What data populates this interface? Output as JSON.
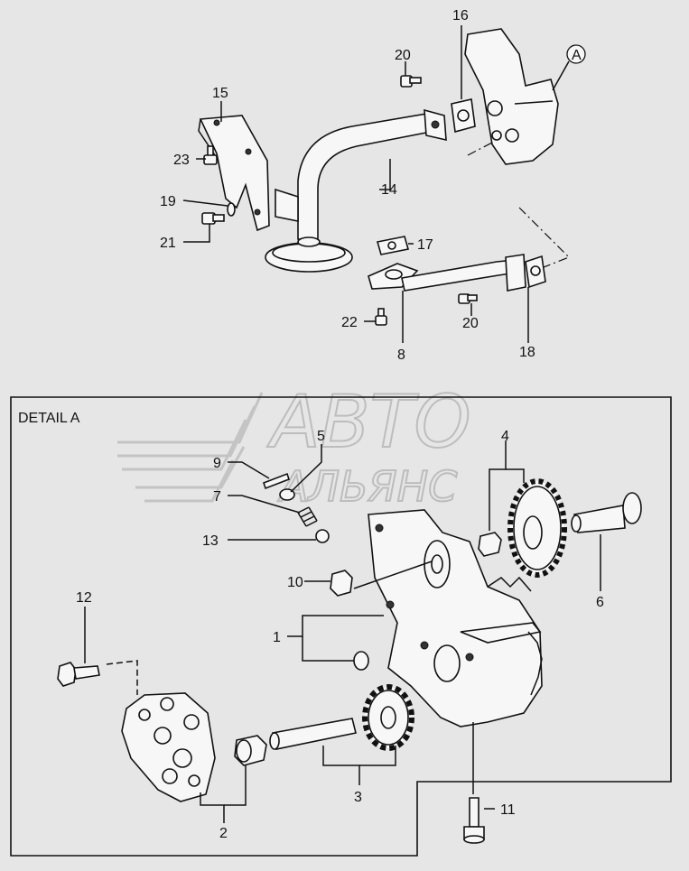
{
  "detail": {
    "title": "DETAIL A",
    "callout": "A"
  },
  "watermark": {
    "line1": "АВТО",
    "line2": "АЛЬЯНС"
  },
  "labels": {
    "p1": "1",
    "p2": "2",
    "p3": "3",
    "p4": "4",
    "p5": "5",
    "p6": "6",
    "p7": "7",
    "p8": "8",
    "p9": "9",
    "p10": "10",
    "p11": "11",
    "p12": "12",
    "p13": "13",
    "p14": "14",
    "p15": "15",
    "p16": "16",
    "p17": "17",
    "p18": "18",
    "p19": "19",
    "p20a": "20",
    "p20b": "20",
    "p21": "21",
    "p22": "22",
    "p23": "23"
  }
}
